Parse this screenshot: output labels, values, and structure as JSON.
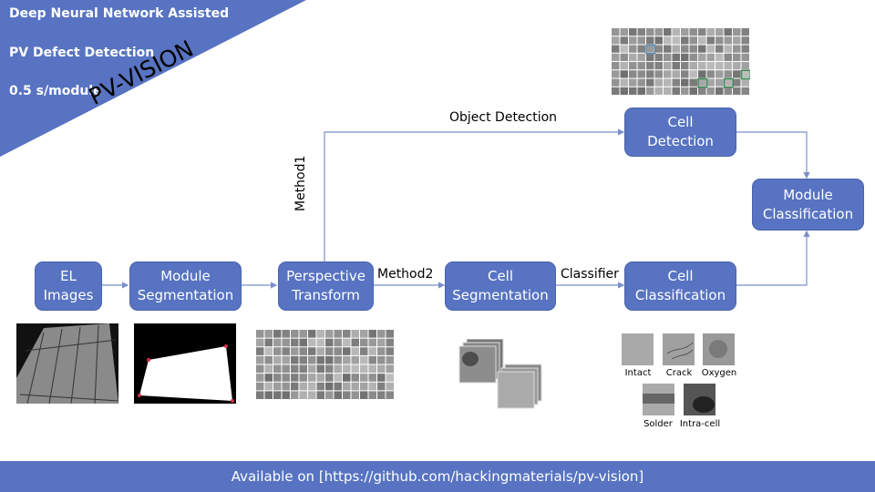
{
  "header": {
    "line1": "Deep Neural Network Assisted",
    "line2": "PV Defect Detection",
    "line3": "0.5 s/module",
    "brand": "PV-VISION"
  },
  "colors": {
    "accent": "#5773c1",
    "line": "#7b8fce",
    "box_text": "#ffffff"
  },
  "nodes": {
    "el_images": {
      "line1": "EL",
      "line2": "Images"
    },
    "module_segmentation": {
      "line1": "Module",
      "line2": "Segmentation"
    },
    "perspective_transform": {
      "line1": "Perspective",
      "line2": "Transform"
    },
    "cell_segmentation": {
      "line1": "Cell",
      "line2": "Segmentation"
    },
    "cell_classification": {
      "line1": "Cell",
      "line2": "Classification"
    },
    "cell_detection": {
      "line1": "Cell",
      "line2": "Detection"
    },
    "module_classification": {
      "line1": "Module",
      "line2": "Classification"
    }
  },
  "edge_labels": {
    "method1": "Method1",
    "method2": "Method2",
    "object_detection": "Object Detection",
    "classifier": "Classifier"
  },
  "defect_classes": [
    "Intact",
    "Crack",
    "Oxygen",
    "Solder",
    "Intra-cell"
  ],
  "footer": {
    "text": "Available on [https://github.com/hackingmaterials/pv-vision]"
  }
}
